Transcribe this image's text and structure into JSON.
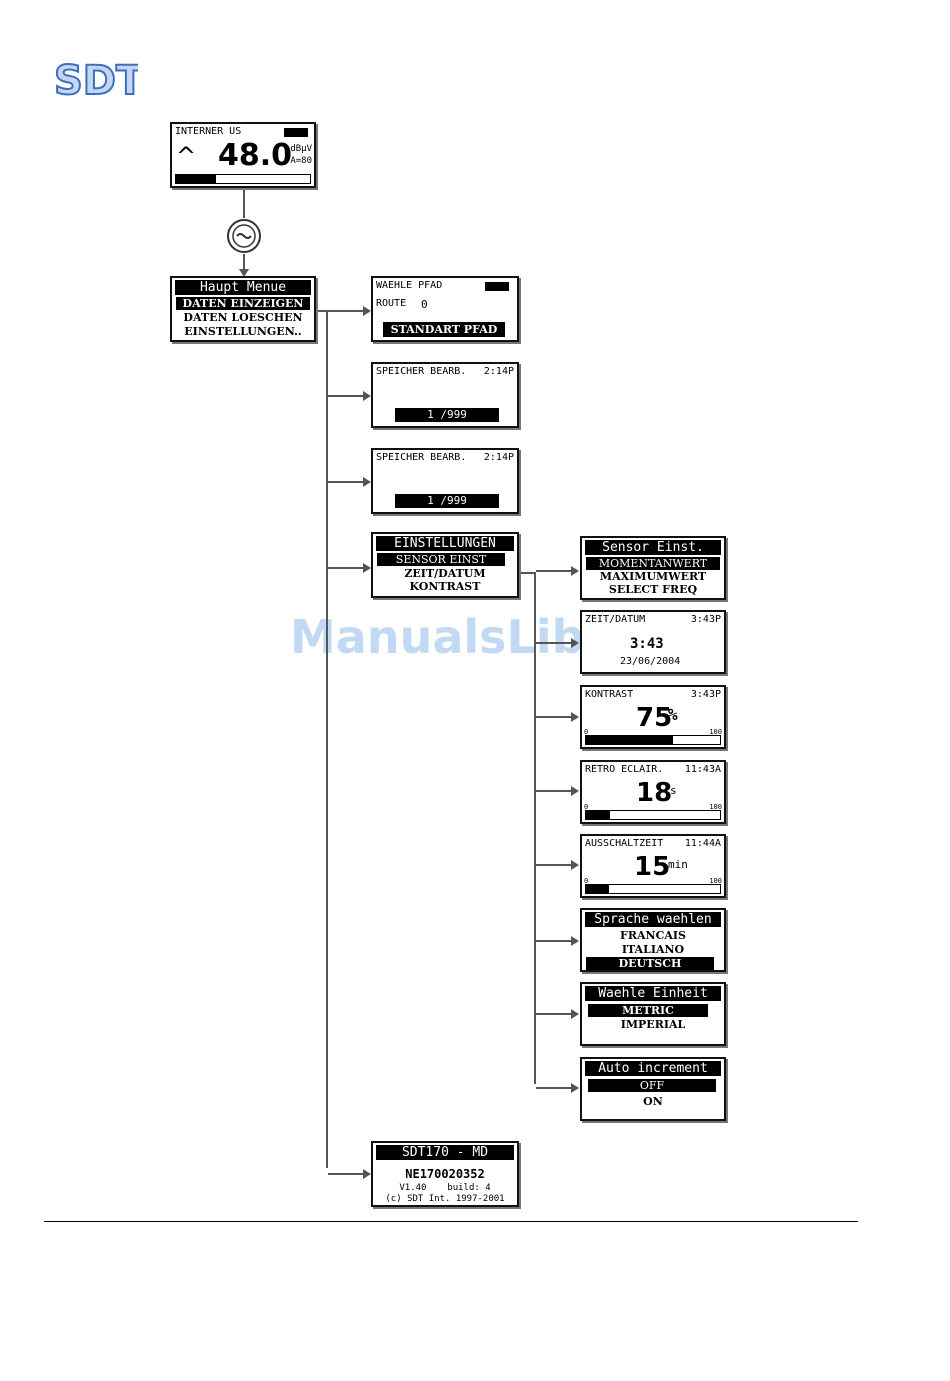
{
  "logo": {
    "text": "SDT"
  },
  "watermark": "ManualsLib.de",
  "screens": {
    "internal": {
      "header": "INTERNER US",
      "value": "48.0",
      "unit": "dBµV",
      "sub": "A=80"
    },
    "main_menu": {
      "title": "Haupt Menue",
      "items": [
        "DATEN EINZEIGEN",
        "DATEN LOESCHEN",
        "EINSTELLUNGEN.."
      ]
    },
    "path": {
      "header": "WAEHLE PFAD",
      "route_label": "ROUTE",
      "route_value": "0",
      "button": "STANDART PFAD"
    },
    "memory1": {
      "header": "SPEICHER BEARB.",
      "time": "2:14P",
      "value": "1 /999"
    },
    "memory2": {
      "header": "SPEICHER BEARB.",
      "time": "2:14P",
      "value": "1 /999"
    },
    "settings": {
      "title": "EINSTELLUNGEN",
      "items": [
        "SENSOR EINST",
        "ZEIT/DATUM",
        "KONTRAST"
      ]
    },
    "sensor": {
      "title": "Sensor Einst.",
      "items": [
        "MOMENTANWERT",
        "MAXIMUMWERT",
        "SELECT FREQ"
      ]
    },
    "datetime": {
      "header": "ZEIT/DATUM",
      "time": "3:43P",
      "value": "3:43",
      "date": "23/06/2004"
    },
    "contrast": {
      "header": "KONTRAST",
      "time": "3:43P",
      "value": "75",
      "unit": "%",
      "min": "0",
      "max": "100",
      "level": 0.65
    },
    "backlight": {
      "header": "RETRO ECLAIR.",
      "time": "11:43A",
      "value": "18",
      "unit": "s",
      "min": "0",
      "max": "100",
      "level": 0.18
    },
    "shutdown": {
      "header": "AUSSCHALTZEIT",
      "time": "11:44A",
      "value": "15",
      "unit": "min",
      "min": "0",
      "max": "100",
      "level": 0.17
    },
    "language": {
      "title": "Sprache waehlen",
      "items": [
        "FRANCAIS",
        "ITALIANO",
        "DEUTSCH"
      ]
    },
    "units": {
      "title": "Waehle Einheit",
      "items": [
        "METRIC",
        "IMPERIAL"
      ]
    },
    "auto": {
      "title": "Auto increment",
      "items": [
        "OFF",
        "ON"
      ]
    },
    "about": {
      "title": "SDT170 - MD",
      "serial": "NE170020352",
      "version": "V1.40",
      "build": "build: 4",
      "copyright": "(c) SDT Int. 1997-2001"
    }
  }
}
